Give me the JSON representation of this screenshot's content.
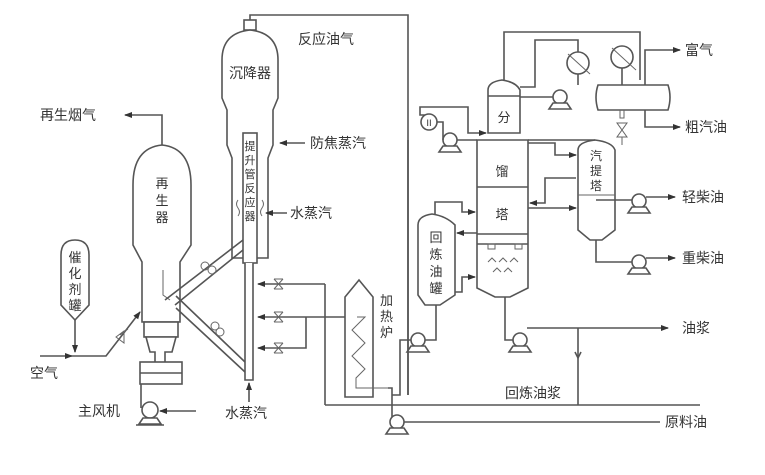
{
  "title": "催化裂化工艺流程示意图",
  "equipment": {
    "regenerator": "再生器",
    "settler": "沉降器",
    "riser_reactor": "提升管反应器",
    "catalyst_tank": "催化剂罐",
    "main_fractionator_top": "分",
    "main_fractionator_mid": "馏",
    "main_fractionator_bot": "塔",
    "stripper": "汽提塔",
    "recycle_oil_tank": "回炼油罐",
    "heating_furnace": "加热炉",
    "main_air_blower": "主风机"
  },
  "streams": {
    "flue_gas": "再生烟气",
    "reaction_oil_gas": "反应油气",
    "anti_coking_steam": "防焦蒸汽",
    "steam_upper": "水蒸汽",
    "steam_bottom": "水蒸汽",
    "air": "空气",
    "rich_gas": "富气",
    "crude_gasoline": "粗汽油",
    "light_diesel": "轻柴油",
    "heavy_diesel": "重柴油",
    "slurry_oil": "油浆",
    "recycle_slurry": "回炼油浆",
    "feed_oil": "原料油"
  },
  "colors": {
    "line": "#555555",
    "text": "#333333",
    "background": "#ffffff"
  }
}
